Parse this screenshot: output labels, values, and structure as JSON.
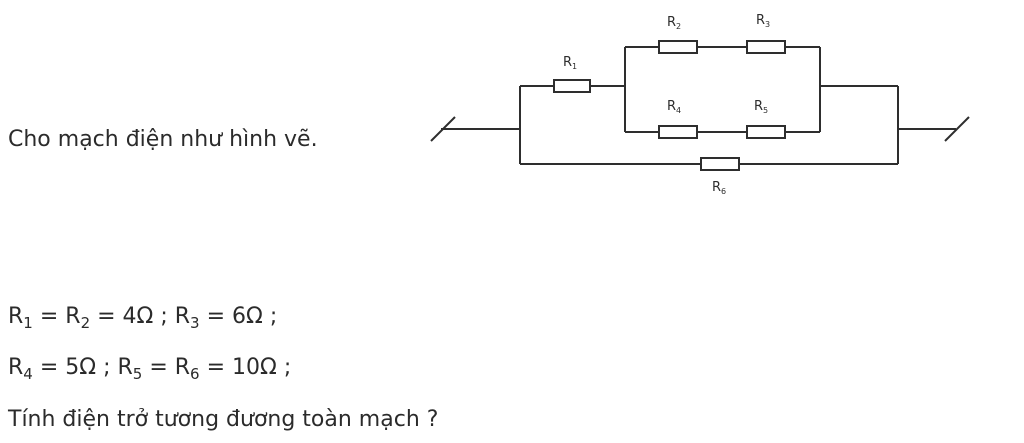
{
  "intro_text": "Cho mạch điện như hình vẽ.",
  "circuit": {
    "R1": {
      "letter": "R",
      "sub": "1"
    },
    "R2": {
      "letter": "R",
      "sub": "2"
    },
    "R3": {
      "letter": "R",
      "sub": "3"
    },
    "R4": {
      "letter": "R",
      "sub": "4"
    },
    "R5": {
      "letter": "R",
      "sub": "5"
    },
    "R6": {
      "letter": "R",
      "sub": "6"
    }
  },
  "equations": {
    "line1": {
      "a_letter": "R",
      "a_sub": "1",
      "eq1": " = ",
      "b_letter": "R",
      "b_sub": "2",
      "b_value": " = 4Ω ; ",
      "c_letter": "R",
      "c_sub": "3",
      "c_value": " = 6Ω ;"
    },
    "line2": {
      "a_letter": "R",
      "a_sub": "4",
      "a_value": " = 5Ω ; ",
      "b_letter": "R",
      "b_sub": "5",
      "eq1": " = ",
      "c_letter": "R",
      "c_sub": "6",
      "c_value": " = 10Ω ;"
    }
  },
  "question": "Tính điện trở tương đương toàn mạch ?"
}
